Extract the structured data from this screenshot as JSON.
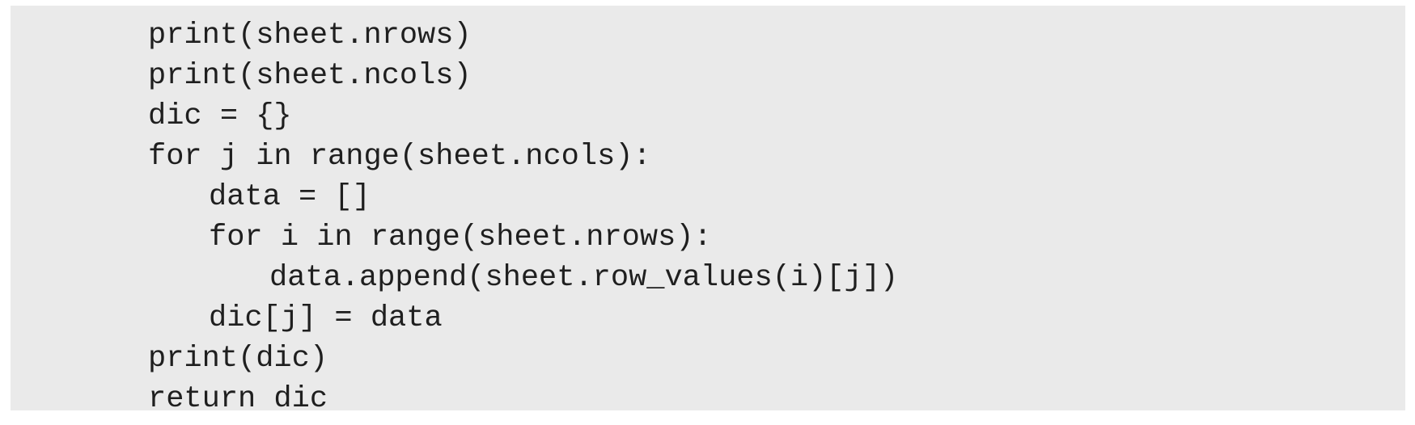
{
  "code": {
    "lines": [
      {
        "text": "print(sheet.nrows)"
      },
      {
        "text": "print(sheet.ncols)"
      },
      {
        "text": "dic = {}"
      },
      {
        "text": "for j in range(sheet.ncols):"
      },
      {
        "text": "data = []"
      },
      {
        "text": "for i in range(sheet.nrows):"
      },
      {
        "text": "data.append(sheet.row_values(i)[j])"
      },
      {
        "text": "dic[j] = data"
      },
      {
        "text": "print(dic)"
      },
      {
        "text": "return dic"
      }
    ]
  }
}
